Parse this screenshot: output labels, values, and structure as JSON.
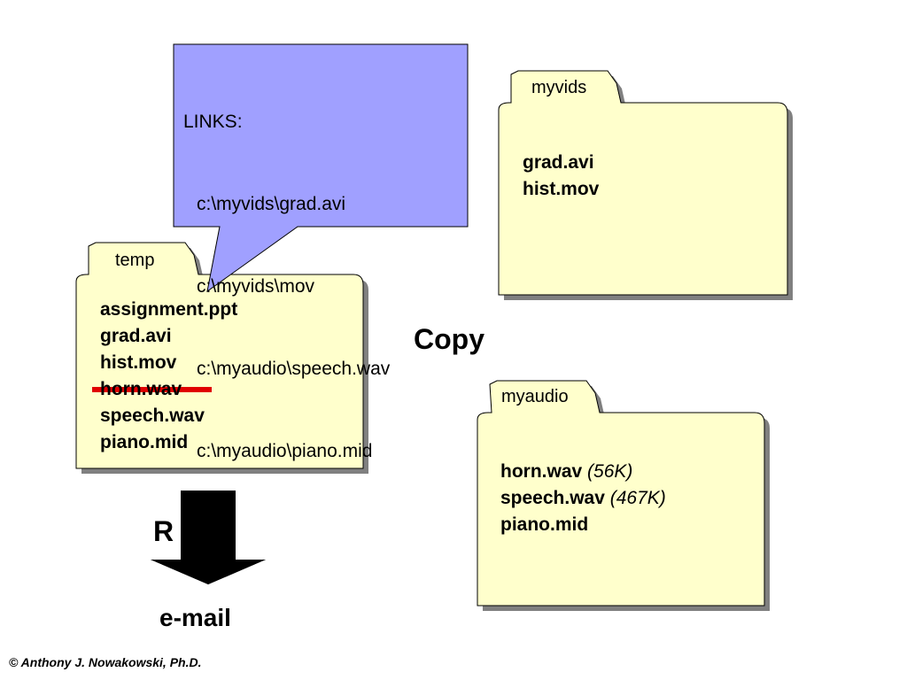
{
  "callout": {
    "heading": "LINKS:",
    "links": [
      "c:\\myvids\\grad.avi",
      "c:\\myvids\\mov",
      "c:\\myaudio\\speech.wav",
      "c:\\myaudio\\piano.mid"
    ]
  },
  "folders": {
    "temp": {
      "name": "temp",
      "files": [
        "assignment.ppt",
        "grad.avi",
        "hist.mov",
        "horn.wav",
        "speech.wav",
        "piano.mid"
      ]
    },
    "myvids": {
      "name": "myvids",
      "files": [
        "grad.avi",
        "hist.mov"
      ]
    },
    "myaudio": {
      "name": "myaudio",
      "files": [
        {
          "name": "horn.wav",
          "size": "(56K)"
        },
        {
          "name": "speech.wav",
          "size": "(467K)"
        },
        {
          "name": "piano.mid",
          "size": ""
        }
      ]
    }
  },
  "labels": {
    "copy": "Copy",
    "r": "R",
    "email": "e-mail",
    "footer": "©  Anthony J. Nowakowski, Ph.D."
  },
  "colors": {
    "folder_fill": "#ffffcc",
    "folder_shadow": "#808080",
    "callout_fill": "#a0a0ff",
    "strike": "#e00000",
    "arrow": "#000000"
  }
}
